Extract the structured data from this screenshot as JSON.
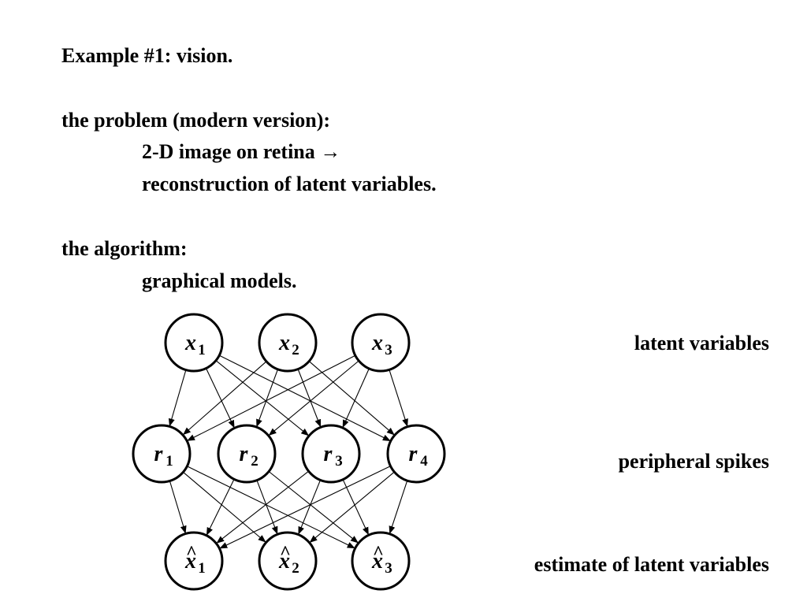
{
  "slide": {
    "title": "Example #1: vision.",
    "problem_heading": "the problem (modern version):",
    "problem_line1": "2-D image on retina →",
    "problem_line2": "reconstruction of latent variables.",
    "algorithm_heading": "the algorithm:",
    "algorithm_line1": "graphical models."
  },
  "diagram": {
    "layer_labels": {
      "latent": "latent variables",
      "peripheral": "peripheral spikes",
      "estimate": "estimate of latent variables"
    },
    "layers": {
      "latent": [
        {
          "letter": "x",
          "sub": "1"
        },
        {
          "letter": "x",
          "sub": "2"
        },
        {
          "letter": "x",
          "sub": "3"
        }
      ],
      "peripheral": [
        {
          "letter": "r",
          "sub": "1"
        },
        {
          "letter": "r",
          "sub": "2"
        },
        {
          "letter": "r",
          "sub": "3"
        },
        {
          "letter": "r",
          "sub": "4"
        }
      ],
      "estimate": [
        {
          "letter": "x",
          "sub": "1",
          "hat": "^"
        },
        {
          "letter": "x",
          "sub": "2",
          "hat": "^"
        },
        {
          "letter": "x",
          "sub": "3",
          "hat": "^"
        }
      ]
    },
    "connections": "fully connected: each latent variable to every peripheral spike; each peripheral spike to every estimate",
    "colors": {
      "stroke": "#000000",
      "fill": "#ffffff",
      "text": "#000000"
    }
  }
}
